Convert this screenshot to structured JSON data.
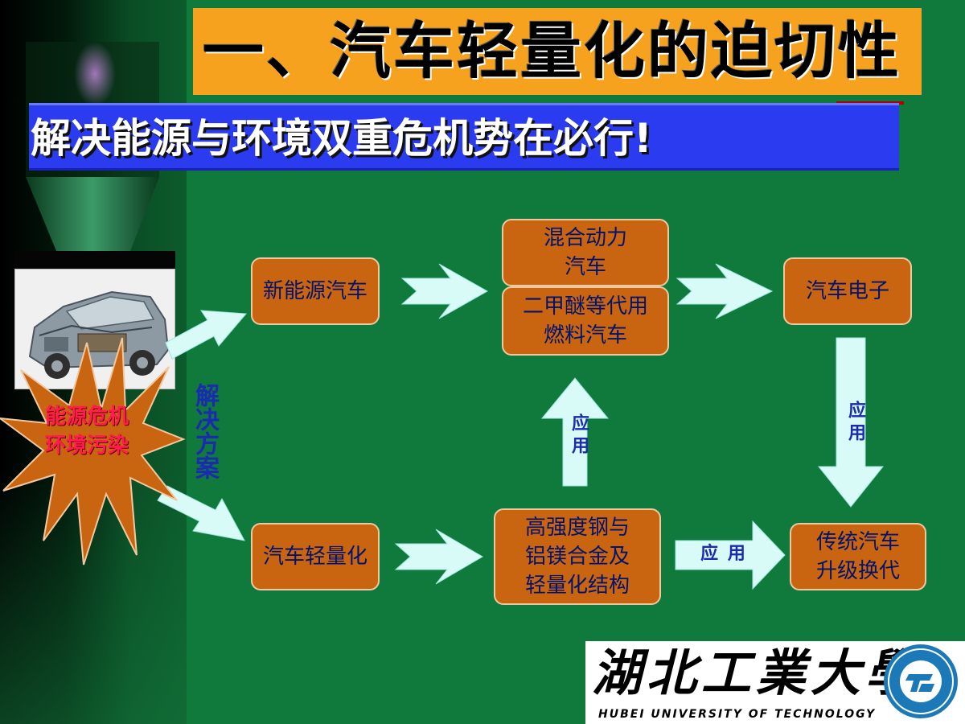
{
  "title": "一、汽车轻量化的迫切性",
  "subtitle": "解决能源与环境双重危机势在必行!",
  "crisis": {
    "line1": "能源危机",
    "line2": "环境污染"
  },
  "solution_label": "解决方案",
  "boxes": {
    "new_energy": "新能源汽车",
    "hybrid_1": "混合动力",
    "hybrid_2": "汽车",
    "dme_1": "二甲醚等代用",
    "dme_2": "燃料汽车",
    "electronics": "汽车电子",
    "lightweight": "汽车轻量化",
    "materials_1": "高强度钢与",
    "materials_2": "铝镁合金及",
    "materials_3": "轻量化结构",
    "traditional_1": "传统汽车",
    "traditional_2": "升级换代"
  },
  "apply_labels": {
    "up": "应用",
    "down": "应用",
    "right": "应 用"
  },
  "logo": {
    "cn": "湖北工業大學",
    "en": "HUBEI UNIVERSITY OF TECHNOLOGY"
  },
  "icons": {
    "car": "car-cutaway-icon",
    "burst": "explosion-star-icon",
    "seal": "university-seal-icon"
  },
  "colors": {
    "background": "#0f7a3c",
    "title_bar": "#f7a21e",
    "subtitle_bar": "#2b3bf0",
    "box_fill": "#c96410",
    "box_text": "#00146e",
    "arrow": "#d8fbf8",
    "crisis_text": "#ff1d4d"
  }
}
